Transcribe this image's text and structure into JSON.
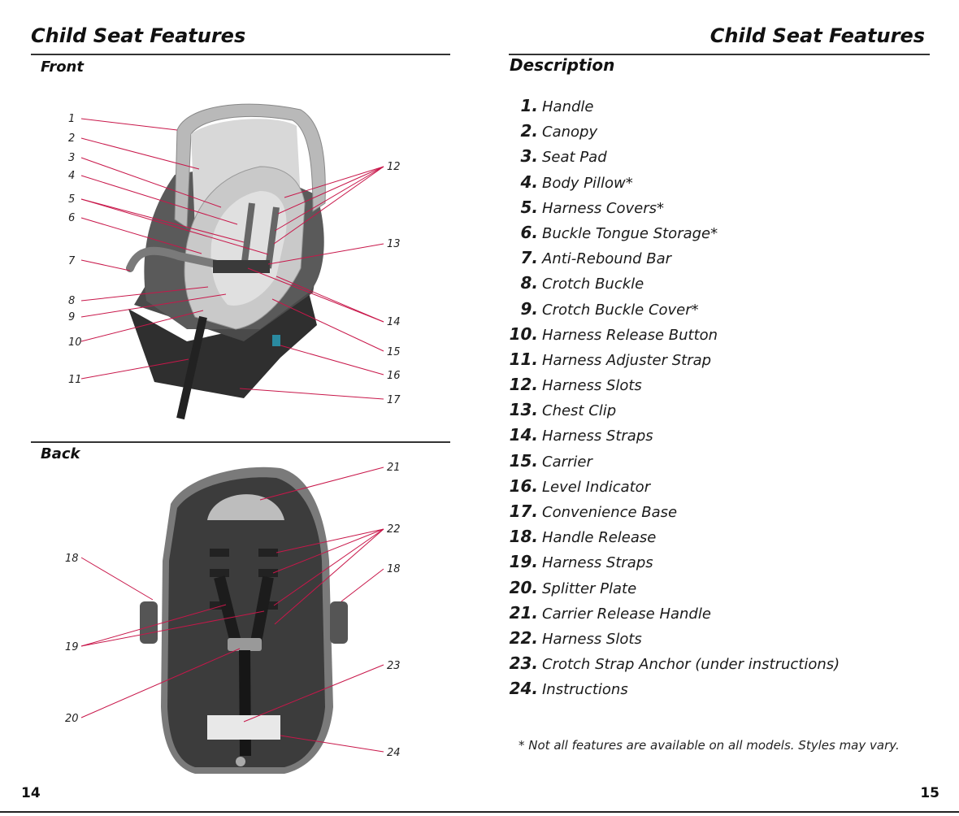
{
  "header": {
    "left_title": "Child Seat Features",
    "right_title": "Child Seat Features"
  },
  "front": {
    "heading": "Front",
    "callouts": [
      "1",
      "2",
      "3",
      "4",
      "5",
      "6",
      "7",
      "8",
      "9",
      "10",
      "11",
      "12",
      "13",
      "14",
      "15",
      "16",
      "17"
    ]
  },
  "back": {
    "heading": "Back",
    "callouts": [
      "18",
      "19",
      "20",
      "21",
      "22",
      "18",
      "23",
      "24"
    ]
  },
  "description": {
    "heading": "Description",
    "items": [
      {
        "num": "1.",
        "label": "Handle"
      },
      {
        "num": "2.",
        "label": "Canopy"
      },
      {
        "num": "3.",
        "label": "Seat Pad"
      },
      {
        "num": "4.",
        "label": "Body Pillow*"
      },
      {
        "num": "5.",
        "label": "Harness Covers*"
      },
      {
        "num": "6.",
        "label": "Buckle Tongue Storage*"
      },
      {
        "num": "7.",
        "label": "Anti-Rebound Bar"
      },
      {
        "num": "8.",
        "label": "Crotch Buckle"
      },
      {
        "num": "9.",
        "label": "Crotch Buckle Cover*"
      },
      {
        "num": "10.",
        "label": "Harness Release Button"
      },
      {
        "num": "11.",
        "label": "Harness Adjuster Strap"
      },
      {
        "num": "12.",
        "label": "Harness Slots"
      },
      {
        "num": "13.",
        "label": "Chest Clip"
      },
      {
        "num": "14.",
        "label": "Harness Straps"
      },
      {
        "num": "15.",
        "label": "Carrier"
      },
      {
        "num": "16.",
        "label": "Level Indicator"
      },
      {
        "num": "17.",
        "label": "Convenience Base"
      },
      {
        "num": "18.",
        "label": "Handle Release"
      },
      {
        "num": "19.",
        "label": "Harness Straps"
      },
      {
        "num": "20.",
        "label": "Splitter Plate"
      },
      {
        "num": "21.",
        "label": "Carrier Release Handle"
      },
      {
        "num": "22.",
        "label": "Harness Slots"
      },
      {
        "num": "23.",
        "label": "Crotch Strap Anchor (under instructions)"
      },
      {
        "num": "24.",
        "label": "Instructions"
      }
    ],
    "footnote": "* Not all features are available on all models. Styles may vary."
  },
  "footer": {
    "left_page": "14",
    "right_page": "15"
  },
  "colors": {
    "leader_line": "#c8174a",
    "seat_dark": "#3a3a3a",
    "seat_mid": "#8c8c8c",
    "seat_light": "#d6d6d6"
  }
}
